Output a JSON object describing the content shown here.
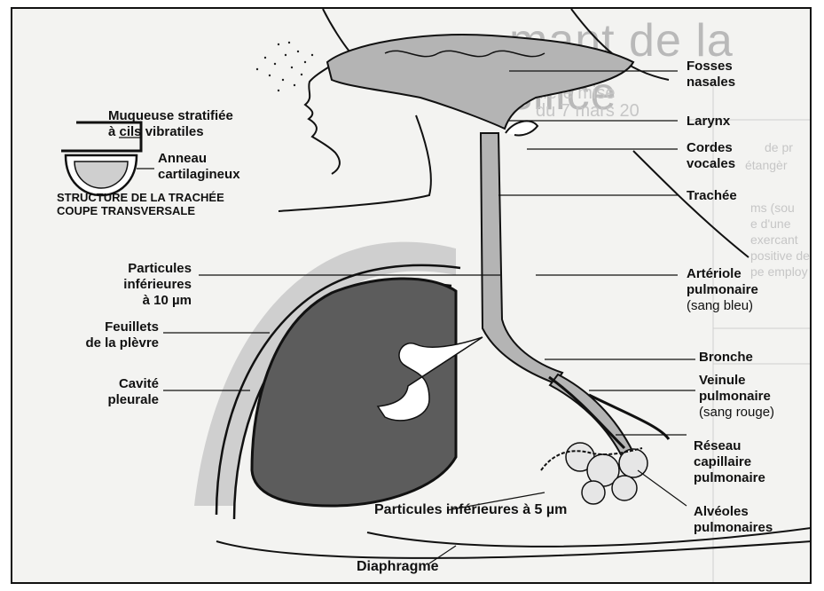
{
  "background": {
    "title": "mant de la silice",
    "lines": [
      "Dernière mise",
      "du 7 mars 20",
      "de pr",
      "étangèr",
      "ms (sou",
      "e d'une",
      "exercant",
      "positive de",
      "pe employ"
    ]
  },
  "labels": {
    "fosses_nasales": [
      "Fosses",
      "nasales"
    ],
    "larynx": "Larynx",
    "cordes_vocales": [
      "Cordes",
      "vocales"
    ],
    "trachee": "Trachée",
    "arteriole": [
      "Artériole",
      "pulmonaire"
    ],
    "arteriole_note": "(sang bleu)",
    "bronche": "Bronche",
    "veinule": [
      "Veinule",
      "pulmonaire"
    ],
    "veinule_note": "(sang rouge)",
    "reseau": [
      "Réseau",
      "capillaire",
      "pulmonaire"
    ],
    "alveoles": [
      "Alvéoles",
      "pulmonaires"
    ],
    "muqueuse": [
      "Muqueuse stratifiée",
      "à cils vibratiles"
    ],
    "anneau": [
      "Anneau",
      "cartilagineux"
    ],
    "structure": [
      "STRUCTURE DE LA TRACHÉE",
      "COUPE TRANSVERSALE"
    ],
    "particules_10": [
      "Particules",
      "inférieures",
      "à 10 µm"
    ],
    "feuillets": [
      "Feuillets",
      "de la plèvre"
    ],
    "cavite": [
      "Cavité",
      "pleurale"
    ],
    "particules_5": "Particules inférieures à 5 µm",
    "diaphragme": "Diaphragme"
  },
  "colors": {
    "lung": "#5c5c5c",
    "airway": "#b4b4b4",
    "pleura": "#cfcfcf",
    "ink": "#111111"
  }
}
